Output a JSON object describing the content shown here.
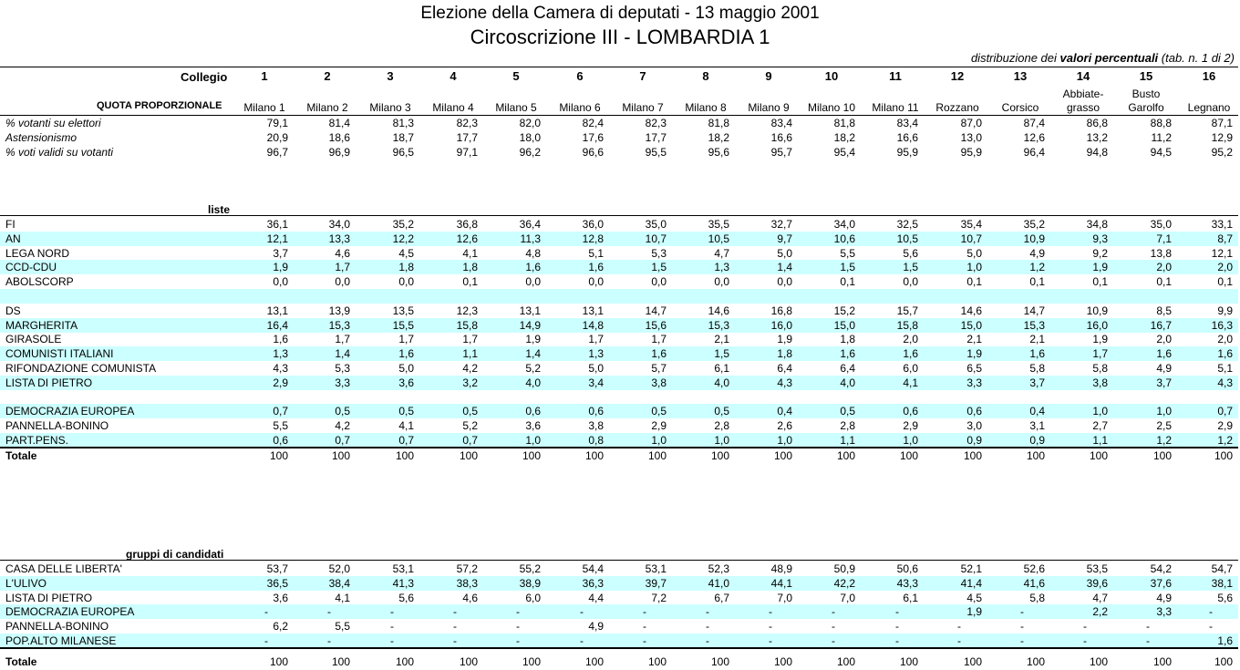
{
  "title": "Elezione della Camera di deputati  -  13 maggio 2001",
  "subtitle": "Circoscrizione III - LOMBARDIA 1",
  "dist_note_pre": "distribuzione dei ",
  "dist_note_bold": "valori percentuali",
  "dist_note_post": "  (tab. n. 1 di 2)",
  "collegio_label": "Collegio",
  "quota_label": "QUOTA PROPORZIONALE",
  "colleges": [
    {
      "num": "1",
      "name": [
        "",
        "Milano 1"
      ]
    },
    {
      "num": "2",
      "name": [
        "",
        "Milano 2"
      ]
    },
    {
      "num": "3",
      "name": [
        "",
        "Milano 3"
      ]
    },
    {
      "num": "4",
      "name": [
        "",
        "Milano 4"
      ]
    },
    {
      "num": "5",
      "name": [
        "",
        "Milano 5"
      ]
    },
    {
      "num": "6",
      "name": [
        "",
        "Milano 6"
      ]
    },
    {
      "num": "7",
      "name": [
        "",
        "Milano 7"
      ]
    },
    {
      "num": "8",
      "name": [
        "",
        "Milano 8"
      ]
    },
    {
      "num": "9",
      "name": [
        "",
        "Milano 9"
      ]
    },
    {
      "num": "10",
      "name": [
        "",
        "Milano 10"
      ]
    },
    {
      "num": "11",
      "name": [
        "",
        "Milano 11"
      ]
    },
    {
      "num": "12",
      "name": [
        "",
        "Rozzano"
      ]
    },
    {
      "num": "13",
      "name": [
        "",
        "Corsico"
      ]
    },
    {
      "num": "14",
      "name": [
        "Abbiate-",
        "grasso"
      ]
    },
    {
      "num": "15",
      "name": [
        "Busto",
        "Garolfo"
      ]
    },
    {
      "num": "16",
      "name": [
        "",
        "Legnano"
      ]
    }
  ],
  "stats": [
    {
      "label": "% votanti su elettori",
      "values": [
        "79,1",
        "81,4",
        "81,3",
        "82,3",
        "82,0",
        "82,4",
        "82,3",
        "81,8",
        "83,4",
        "81,8",
        "83,4",
        "87,0",
        "87,4",
        "86,8",
        "88,8",
        "87,1"
      ]
    },
    {
      "label": "Astensionismo",
      "values": [
        "20,9",
        "18,6",
        "18,7",
        "17,7",
        "18,0",
        "17,6",
        "17,7",
        "18,2",
        "16,6",
        "18,2",
        "16,6",
        "13,0",
        "12,6",
        "13,2",
        "11,2",
        "12,9"
      ]
    },
    {
      "label": "% voti validi su votanti",
      "values": [
        "96,7",
        "96,9",
        "96,5",
        "97,1",
        "96,2",
        "96,6",
        "95,5",
        "95,6",
        "95,7",
        "95,4",
        "95,9",
        "95,9",
        "96,4",
        "94,8",
        "94,5",
        "95,2"
      ]
    }
  ],
  "liste_label": "liste",
  "liste": [
    {
      "label": "FI",
      "shade": false,
      "values": [
        "36,1",
        "34,0",
        "35,2",
        "36,8",
        "36,4",
        "36,0",
        "35,0",
        "35,5",
        "32,7",
        "34,0",
        "32,5",
        "35,4",
        "35,2",
        "34,8",
        "35,0",
        "33,1"
      ]
    },
    {
      "label": "AN",
      "shade": true,
      "values": [
        "12,1",
        "13,3",
        "12,2",
        "12,6",
        "11,3",
        "12,8",
        "10,7",
        "10,5",
        "9,7",
        "10,6",
        "10,5",
        "10,7",
        "10,9",
        "9,3",
        "7,1",
        "8,7"
      ]
    },
    {
      "label": "LEGA NORD",
      "shade": false,
      "values": [
        "3,7",
        "4,6",
        "4,5",
        "4,1",
        "4,8",
        "5,1",
        "5,3",
        "4,7",
        "5,0",
        "5,5",
        "5,6",
        "5,0",
        "4,9",
        "9,2",
        "13,8",
        "12,1"
      ]
    },
    {
      "label": "CCD-CDU",
      "shade": true,
      "values": [
        "1,9",
        "1,7",
        "1,8",
        "1,8",
        "1,6",
        "1,6",
        "1,5",
        "1,3",
        "1,4",
        "1,5",
        "1,5",
        "1,0",
        "1,2",
        "1,9",
        "2,0",
        "2,0"
      ]
    },
    {
      "label": "ABOLSCORP",
      "shade": false,
      "values": [
        "0,0",
        "0,0",
        "0,0",
        "0,1",
        "0,0",
        "0,0",
        "0,0",
        "0,0",
        "0,0",
        "0,1",
        "0,0",
        "0,1",
        "0,1",
        "0,1",
        "0,1",
        "0,1"
      ]
    },
    {
      "label": "",
      "shade": true,
      "values": []
    },
    {
      "label": "DS",
      "shade": false,
      "values": [
        "13,1",
        "13,9",
        "13,5",
        "12,3",
        "13,1",
        "13,1",
        "14,7",
        "14,6",
        "16,8",
        "15,2",
        "15,7",
        "14,6",
        "14,7",
        "10,9",
        "8,5",
        "9,9"
      ]
    },
    {
      "label": "MARGHERITA",
      "shade": true,
      "values": [
        "16,4",
        "15,3",
        "15,5",
        "15,8",
        "14,9",
        "14,8",
        "15,6",
        "15,3",
        "16,0",
        "15,0",
        "15,8",
        "15,0",
        "15,3",
        "16,0",
        "16,7",
        "16,3"
      ]
    },
    {
      "label": "GIRASOLE",
      "shade": false,
      "values": [
        "1,6",
        "1,7",
        "1,7",
        "1,7",
        "1,9",
        "1,7",
        "1,7",
        "2,1",
        "1,9",
        "1,8",
        "2,0",
        "2,1",
        "2,1",
        "1,9",
        "2,0",
        "2,0"
      ]
    },
    {
      "label": "COMUNISTI ITALIANI",
      "shade": true,
      "values": [
        "1,3",
        "1,4",
        "1,6",
        "1,1",
        "1,4",
        "1,3",
        "1,6",
        "1,5",
        "1,8",
        "1,6",
        "1,6",
        "1,9",
        "1,6",
        "1,7",
        "1,6",
        "1,6"
      ]
    },
    {
      "label": "RIFONDAZIONE COMUNISTA",
      "shade": false,
      "values": [
        "4,3",
        "5,3",
        "5,0",
        "4,2",
        "5,2",
        "5,0",
        "5,7",
        "6,1",
        "6,4",
        "6,4",
        "6,0",
        "6,5",
        "5,8",
        "5,8",
        "4,9",
        "5,1"
      ]
    },
    {
      "label": "LISTA DI PIETRO",
      "shade": true,
      "values": [
        "2,9",
        "3,3",
        "3,6",
        "3,2",
        "4,0",
        "3,4",
        "3,8",
        "4,0",
        "4,3",
        "4,0",
        "4,1",
        "3,3",
        "3,7",
        "3,8",
        "3,7",
        "4,3"
      ]
    },
    {
      "label": "",
      "shade": false,
      "values": []
    },
    {
      "label": "DEMOCRAZIA EUROPEA",
      "shade": true,
      "values": [
        "0,7",
        "0,5",
        "0,5",
        "0,5",
        "0,6",
        "0,6",
        "0,5",
        "0,5",
        "0,4",
        "0,5",
        "0,6",
        "0,6",
        "0,4",
        "1,0",
        "1,0",
        "0,7"
      ]
    },
    {
      "label": "PANNELLA-BONINO",
      "shade": false,
      "values": [
        "5,5",
        "4,2",
        "4,1",
        "5,2",
        "3,6",
        "3,8",
        "2,9",
        "2,8",
        "2,6",
        "2,8",
        "2,9",
        "3,0",
        "3,1",
        "2,7",
        "2,5",
        "2,9"
      ]
    },
    {
      "label": "PART.PENS.",
      "shade": true,
      "values": [
        "0,6",
        "0,7",
        "0,7",
        "0,7",
        "1,0",
        "0,8",
        "1,0",
        "1,0",
        "1,0",
        "1,1",
        "1,0",
        "0,9",
        "0,9",
        "1,1",
        "1,2",
        "1,2"
      ]
    }
  ],
  "totale_label": "Totale",
  "totale_values": [
    "100",
    "100",
    "100",
    "100",
    "100",
    "100",
    "100",
    "100",
    "100",
    "100",
    "100",
    "100",
    "100",
    "100",
    "100",
    "100"
  ],
  "gruppi_label": "gruppi di candidati",
  "gruppi": [
    {
      "label": "CASA DELLE LIBERTA'",
      "shade": false,
      "values": [
        "53,7",
        "52,0",
        "53,1",
        "57,2",
        "55,2",
        "54,4",
        "53,1",
        "52,3",
        "48,9",
        "50,9",
        "50,6",
        "52,1",
        "52,6",
        "53,5",
        "54,2",
        "54,7"
      ]
    },
    {
      "label": "L'ULIVO",
      "shade": true,
      "values": [
        "36,5",
        "38,4",
        "41,3",
        "38,3",
        "38,9",
        "36,3",
        "39,7",
        "41,0",
        "44,1",
        "42,2",
        "43,3",
        "41,4",
        "41,6",
        "39,6",
        "37,6",
        "38,1"
      ]
    },
    {
      "label": "LISTA DI PIETRO",
      "shade": false,
      "values": [
        "3,6",
        "4,1",
        "5,6",
        "4,6",
        "6,0",
        "4,4",
        "7,2",
        "6,7",
        "7,0",
        "7,0",
        "6,1",
        "4,5",
        "5,8",
        "4,7",
        "4,9",
        "5,6"
      ]
    },
    {
      "label": "DEMOCRAZIA EUROPEA",
      "shade": true,
      "values": [
        "-",
        "-",
        "-",
        "-",
        "-",
        "-",
        "-",
        "-",
        "-",
        "-",
        "-",
        "1,9",
        "-",
        "2,2",
        "3,3",
        "-"
      ]
    },
    {
      "label": "PANNELLA-BONINO",
      "shade": false,
      "values": [
        "6,2",
        "5,5",
        "-",
        "-",
        "-",
        "4,9",
        "-",
        "-",
        "-",
        "-",
        "-",
        "-",
        "-",
        "-",
        "-",
        "-"
      ]
    },
    {
      "label": "POP.ALTO MILANESE",
      "shade": true,
      "values": [
        "-",
        "-",
        "-",
        "-",
        "-",
        "-",
        "-",
        "-",
        "-",
        "-",
        "-",
        "-",
        "-",
        "-",
        "-",
        "1,6"
      ]
    }
  ],
  "totale2_label": "Totale",
  "totale2_values": [
    "100",
    "100",
    "100",
    "100",
    "100",
    "100",
    "100",
    "100",
    "100",
    "100",
    "100",
    "100",
    "100",
    "100",
    "100",
    "100"
  ]
}
